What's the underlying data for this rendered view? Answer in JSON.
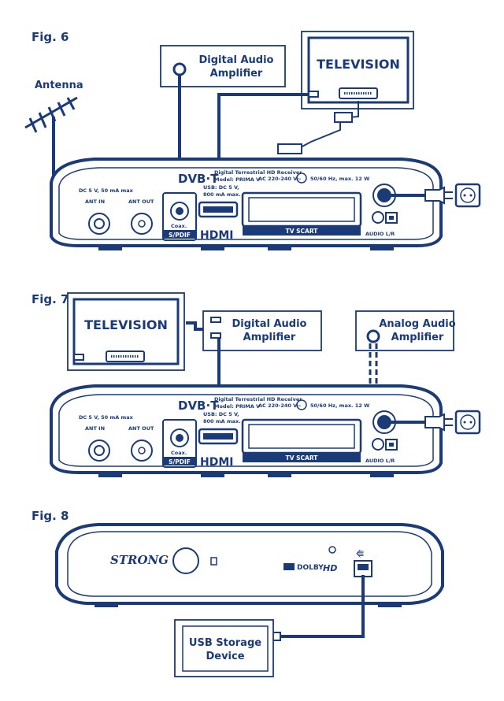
{
  "colors": {
    "ink": "#1a3a78",
    "paper": "#ffffff"
  },
  "fig6": {
    "title": "Fig. 6",
    "antenna_label": "Antenna",
    "amp_line1": "Digital Audio",
    "amp_line2": "Amplifier",
    "tv_label": "TELEVISION"
  },
  "fig7": {
    "title": "Fig. 7",
    "tv_label": "TELEVISION",
    "digital_amp_line1": "Digital Audio",
    "digital_amp_line2": "Amplifier",
    "analog_amp_line1": "Analog Audio",
    "analog_amp_line2": "Amplifier"
  },
  "fig8": {
    "title": "Fig. 8",
    "brand": "STRONG",
    "dolby": "DOLBY",
    "hd": "HD",
    "usb_line1": "USB Storage",
    "usb_line2": "Device"
  },
  "rear_panel": {
    "logo": "DVB·T",
    "model_line1": "Digital Terrestrial HD Receiver",
    "model_line2": "Model: PRIMA V",
    "power_spec": "DC 5 V, 50 mA max",
    "ant_in": "ANT IN",
    "ant_out": "ANT OUT",
    "coax": "Coax.",
    "spdif": "S/PDIF",
    "usb_spec1": "USB: DC 5 V,",
    "usb_spec2": "800 mA max.",
    "hdmi": "HDMI",
    "ac_spec": "AC 220-240 V~",
    "hz_spec": "50/60 Hz, max. 12 W",
    "tv_scart": "TV SCART",
    "audio_lr": "AUDIO L/R"
  }
}
